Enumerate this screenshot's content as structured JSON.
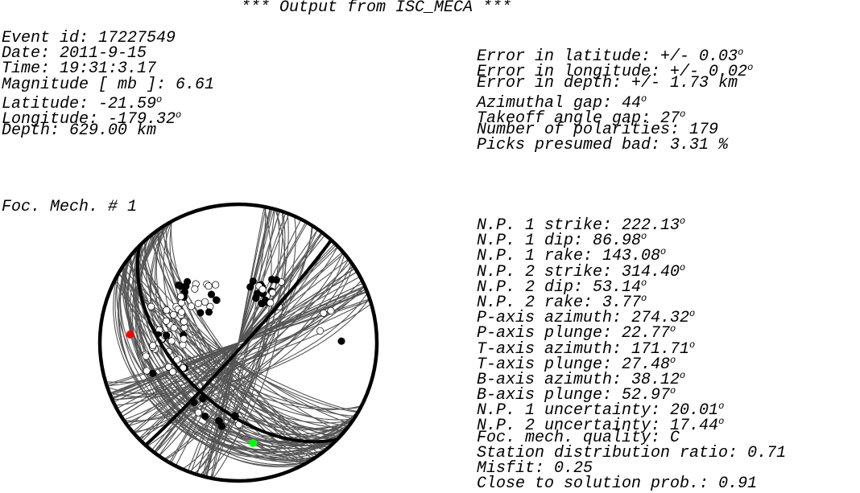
{
  "title": "*** Output from ISC_MECA ***",
  "event": {
    "lines": [
      {
        "label": "Event id: ",
        "value": "17227549",
        "unit": ""
      },
      {
        "label": "Date: ",
        "value": "2011-9-15",
        "unit": ""
      },
      {
        "label": "Time: ",
        "value": "19:31:3.17",
        "unit": ""
      },
      {
        "label": "Magnitude [ mb ]: ",
        "value": "6.61",
        "unit": ""
      },
      {
        "label": "Latitude: ",
        "value": "-21.59",
        "unit": "o"
      },
      {
        "label": "Longitude: ",
        "value": "-179.32",
        "unit": "o"
      },
      {
        "label": "Depth: ",
        "value": "629.00 km",
        "unit": ""
      }
    ]
  },
  "errors": {
    "lines": [
      {
        "label": "Error in latitude: ",
        "value": "+/- 0.03",
        "unit": "o"
      },
      {
        "label": "Error in longitude: ",
        "value": "+/- 0.02",
        "unit": "o"
      },
      {
        "label": "Error in depth: ",
        "value": "+/- 1.73 km",
        "unit": ""
      },
      {
        "label": "Azimuthal gap: ",
        "value": "44",
        "unit": "o"
      },
      {
        "label": "Takeoff angle gap: ",
        "value": "27",
        "unit": "o"
      },
      {
        "label": "Number of polarities: ",
        "value": "179",
        "unit": ""
      },
      {
        "label": "Picks presumed bad: ",
        "value": "3.31 %",
        "unit": ""
      }
    ]
  },
  "mechanism_label": "Foc. Mech. # 1",
  "parameters": {
    "lines": [
      {
        "label": "N.P. 1 strike: ",
        "value": "222.13",
        "unit": "o"
      },
      {
        "label": "N.P. 1 dip: ",
        "value": "86.98",
        "unit": "o"
      },
      {
        "label": "N.P. 1 rake: ",
        "value": "143.08",
        "unit": "o"
      },
      {
        "label": "N.P. 2 strike: ",
        "value": "314.40",
        "unit": "o"
      },
      {
        "label": "N.P. 2 dip: ",
        "value": "53.14",
        "unit": "o"
      },
      {
        "label": "N.P. 2 rake: ",
        "value": "3.77",
        "unit": "o"
      },
      {
        "label": "P-axis azimuth: ",
        "value": "274.32",
        "unit": "o"
      },
      {
        "label": "P-axis plunge: ",
        "value": "22.77",
        "unit": "o"
      },
      {
        "label": "T-axis azimuth: ",
        "value": "171.71",
        "unit": "o"
      },
      {
        "label": "T-axis plunge: ",
        "value": "27.48",
        "unit": "o"
      },
      {
        "label": "B-axis azimuth: ",
        "value": "38.12",
        "unit": "o"
      },
      {
        "label": "B-axis plunge: ",
        "value": "52.97",
        "unit": "o"
      },
      {
        "label": "N.P. 1 uncertainty: ",
        "value": "20.01",
        "unit": "o"
      },
      {
        "label": "N.P. 2 uncertainty: ",
        "value": "17.44",
        "unit": "o"
      },
      {
        "label": "Foc. mech. quality: ",
        "value": "C",
        "unit": ""
      },
      {
        "label": "Station distribution ratio: ",
        "value": "0.71",
        "unit": ""
      },
      {
        "label": "Misfit: ",
        "value": "0.25",
        "unit": ""
      },
      {
        "label": "Close to solution prob.: ",
        "value": "0.91",
        "unit": ""
      }
    ]
  },
  "colors": {
    "background": "#ffffff",
    "ink": "#000000",
    "uncertainty_planes": "#555555",
    "p_axis": "#ff0000",
    "t_axis": "#00ff00",
    "compression": "#000000",
    "dilatation": "#ffffff"
  }
}
